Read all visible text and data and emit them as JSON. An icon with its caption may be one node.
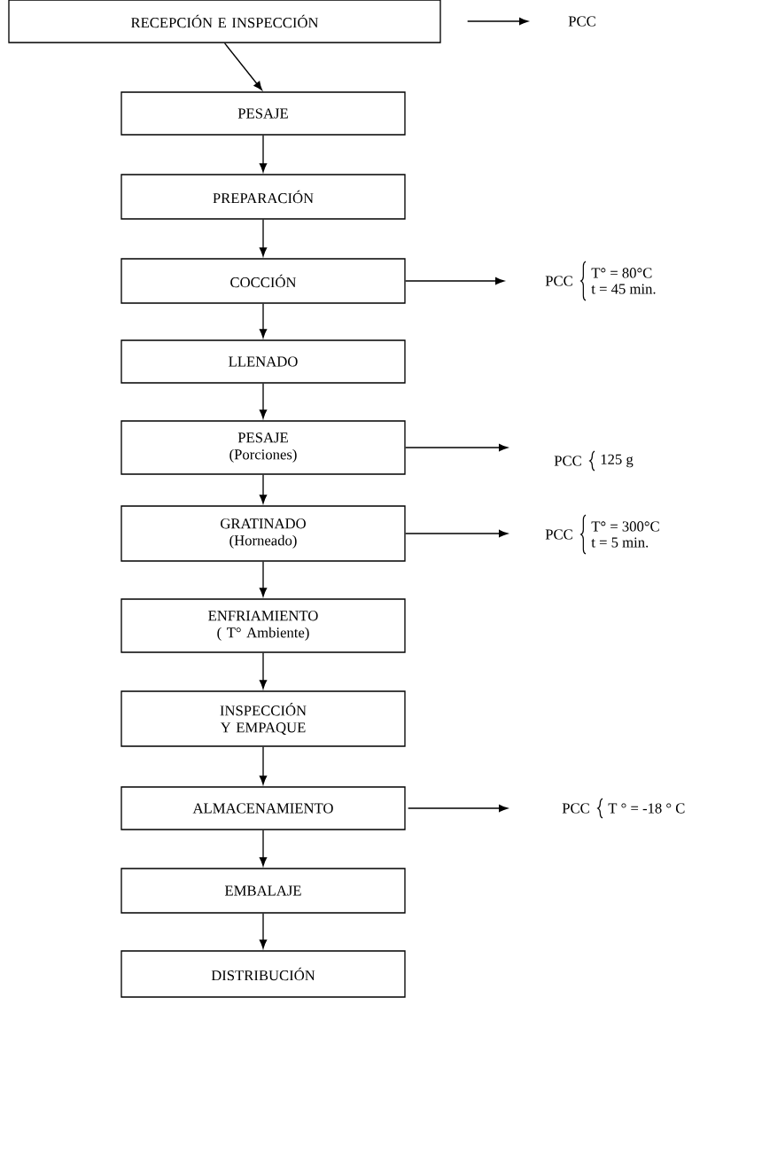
{
  "diagram": {
    "nodes": [
      {
        "text": [
          "RECEPCIÓN E INSPECCIÓN"
        ]
      },
      {
        "text": [
          "PCC"
        ]
      },
      {
        "text": [
          "PESAJE"
        ]
      },
      {
        "text": [
          "PREPARACIÓN"
        ]
      },
      {
        "text": [
          "COCCIÓN"
        ]
      },
      {
        "text": [
          "PCC"
        ],
        "beside": [
          "T° = 80°C",
          "t = 45 min."
        ]
      },
      {
        "text": [
          "LLENADO"
        ]
      },
      {
        "text": [
          "PESAJE",
          "(Porciones)"
        ]
      },
      {
        "text": [
          "PCC"
        ],
        "beside": [
          "125 g"
        ]
      },
      {
        "text": [
          "GRATINADO",
          "(Horneado)"
        ]
      },
      {
        "text": [
          "PCC"
        ],
        "beside": [
          "T° = 300°C",
          "t = 5 min."
        ]
      },
      {
        "text": [
          "ENFRIAMIENTO",
          "( T° Ambiente)"
        ]
      },
      {
        "text": [
          "INSPECCIÓN Y EMPAQUE"
        ]
      },
      {
        "text": [
          "ALMACENAMIENTO"
        ]
      },
      {
        "text": [
          "PCC"
        ],
        "beside": [
          "T ° = -18 ° C"
        ]
      },
      {
        "text": [
          "EMBALAJE"
        ]
      },
      {
        "text": [
          "DISTRIBUCIÓN"
        ]
      }
    ],
    "edges": [
      {
        "from": 0,
        "to": 1,
        "arrow": "to"
      },
      {
        "from": 0,
        "to": 2,
        "arrow": "to"
      },
      {
        "from": 2,
        "to": 3,
        "arrow": "to"
      },
      {
        "from": 3,
        "to": 4,
        "arrow": "to"
      },
      {
        "from": 4,
        "to": 5,
        "arrow": "to"
      },
      {
        "from": 4,
        "to": 6,
        "arrow": "to"
      },
      {
        "from": 6,
        "to": 7,
        "arrow": "to"
      },
      {
        "from": 7,
        "to": 8,
        "arrow": "to"
      },
      {
        "from": 7,
        "to": 9,
        "arrow": "to"
      },
      {
        "from": 9,
        "to": 10,
        "arrow": "to"
      },
      {
        "from": 9,
        "to": 11,
        "arrow": "to"
      },
      {
        "from": 11,
        "to": 12,
        "arrow": "to"
      },
      {
        "from": 12,
        "to": 13,
        "arrow": "to"
      },
      {
        "from": 13,
        "to": 14,
        "arrow": "to"
      },
      {
        "from": 13,
        "to": 15,
        "arrow": "to"
      },
      {
        "from": 15,
        "to": 16,
        "arrow": "to"
      }
    ]
  }
}
